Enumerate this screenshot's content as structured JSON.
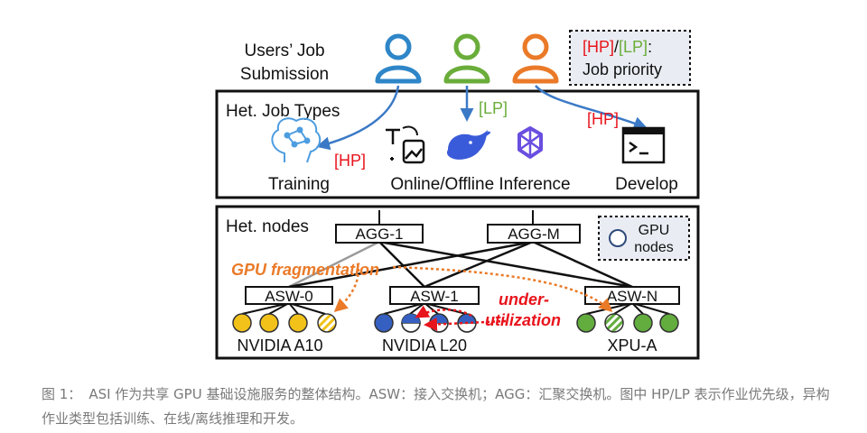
{
  "users": {
    "label_line1": "Users’ Job",
    "label_line2": "Submission",
    "colors": [
      "#2e86c8",
      "#6aad3a",
      "#ea7a28"
    ]
  },
  "legend_priority": {
    "hp": "[HP]",
    "slash": "/",
    "lp": "[LP]",
    "colon": ":",
    "line2": "Job priority"
  },
  "job_types": {
    "title": "Het. Job Types",
    "training": "Training",
    "inference": "Online/Offline Inference",
    "develop": "Develop",
    "hp_training": "[HP]",
    "lp_inference": "[LP]",
    "hp_develop": "[HP]",
    "icons": [
      "neural-brain-icon",
      "text-to-image-icon",
      "deepseek-whale-icon",
      "qwen-star-icon",
      "terminal-icon"
    ]
  },
  "nodes": {
    "title": "Het. nodes",
    "agg1": "AGG-1",
    "aggM": "AGG-M",
    "asw0": "ASW-0",
    "asw1": "ASW-1",
    "aswN": "ASW-N",
    "legend_gpu_line1": "GPU",
    "legend_gpu_line2": "nodes",
    "frag": "GPU fragmentation",
    "under1": "under-",
    "under2": "utilization",
    "a10": "NVIDIA A10",
    "l20": "NVIDIA L20",
    "xpu": "XPU-A",
    "colors": {
      "a10": "#f2c21a",
      "l20": "#3560c2",
      "xpu": "#62ad3e",
      "frag": "#ea7a28",
      "under": "#e8141c"
    }
  },
  "caption": {
    "number": "图 1：",
    "text": "ASI 作为共享 GPU 基础设施服务的整体结构。ASW：接入交换机；AGG：汇聚交换机。图中 HP/LP 表示作业优先级，异构作业类型包括训练、在线/离线推理和开发。"
  }
}
